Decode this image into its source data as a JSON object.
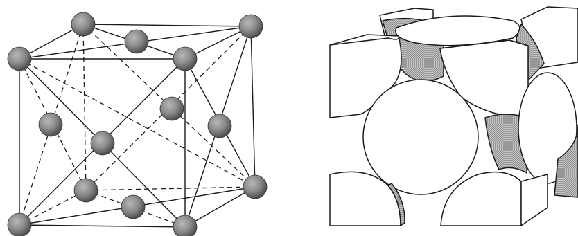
{
  "figure": {
    "panels": [
      {
        "id": "lattice",
        "kind": "fcc-ball-and-stick-unit-cell",
        "atom_count": 14
      },
      {
        "id": "packing",
        "kind": "fcc-hard-sphere-unit-cell"
      }
    ]
  },
  "colors": {
    "background": "#ffffff",
    "line": "#1a1a1a",
    "atom_fill": "#8a8a8a",
    "atom_shadow": "#5a5a5a",
    "sphere_fill": "#ffffff",
    "section_hatch": "#9a9a9a"
  }
}
